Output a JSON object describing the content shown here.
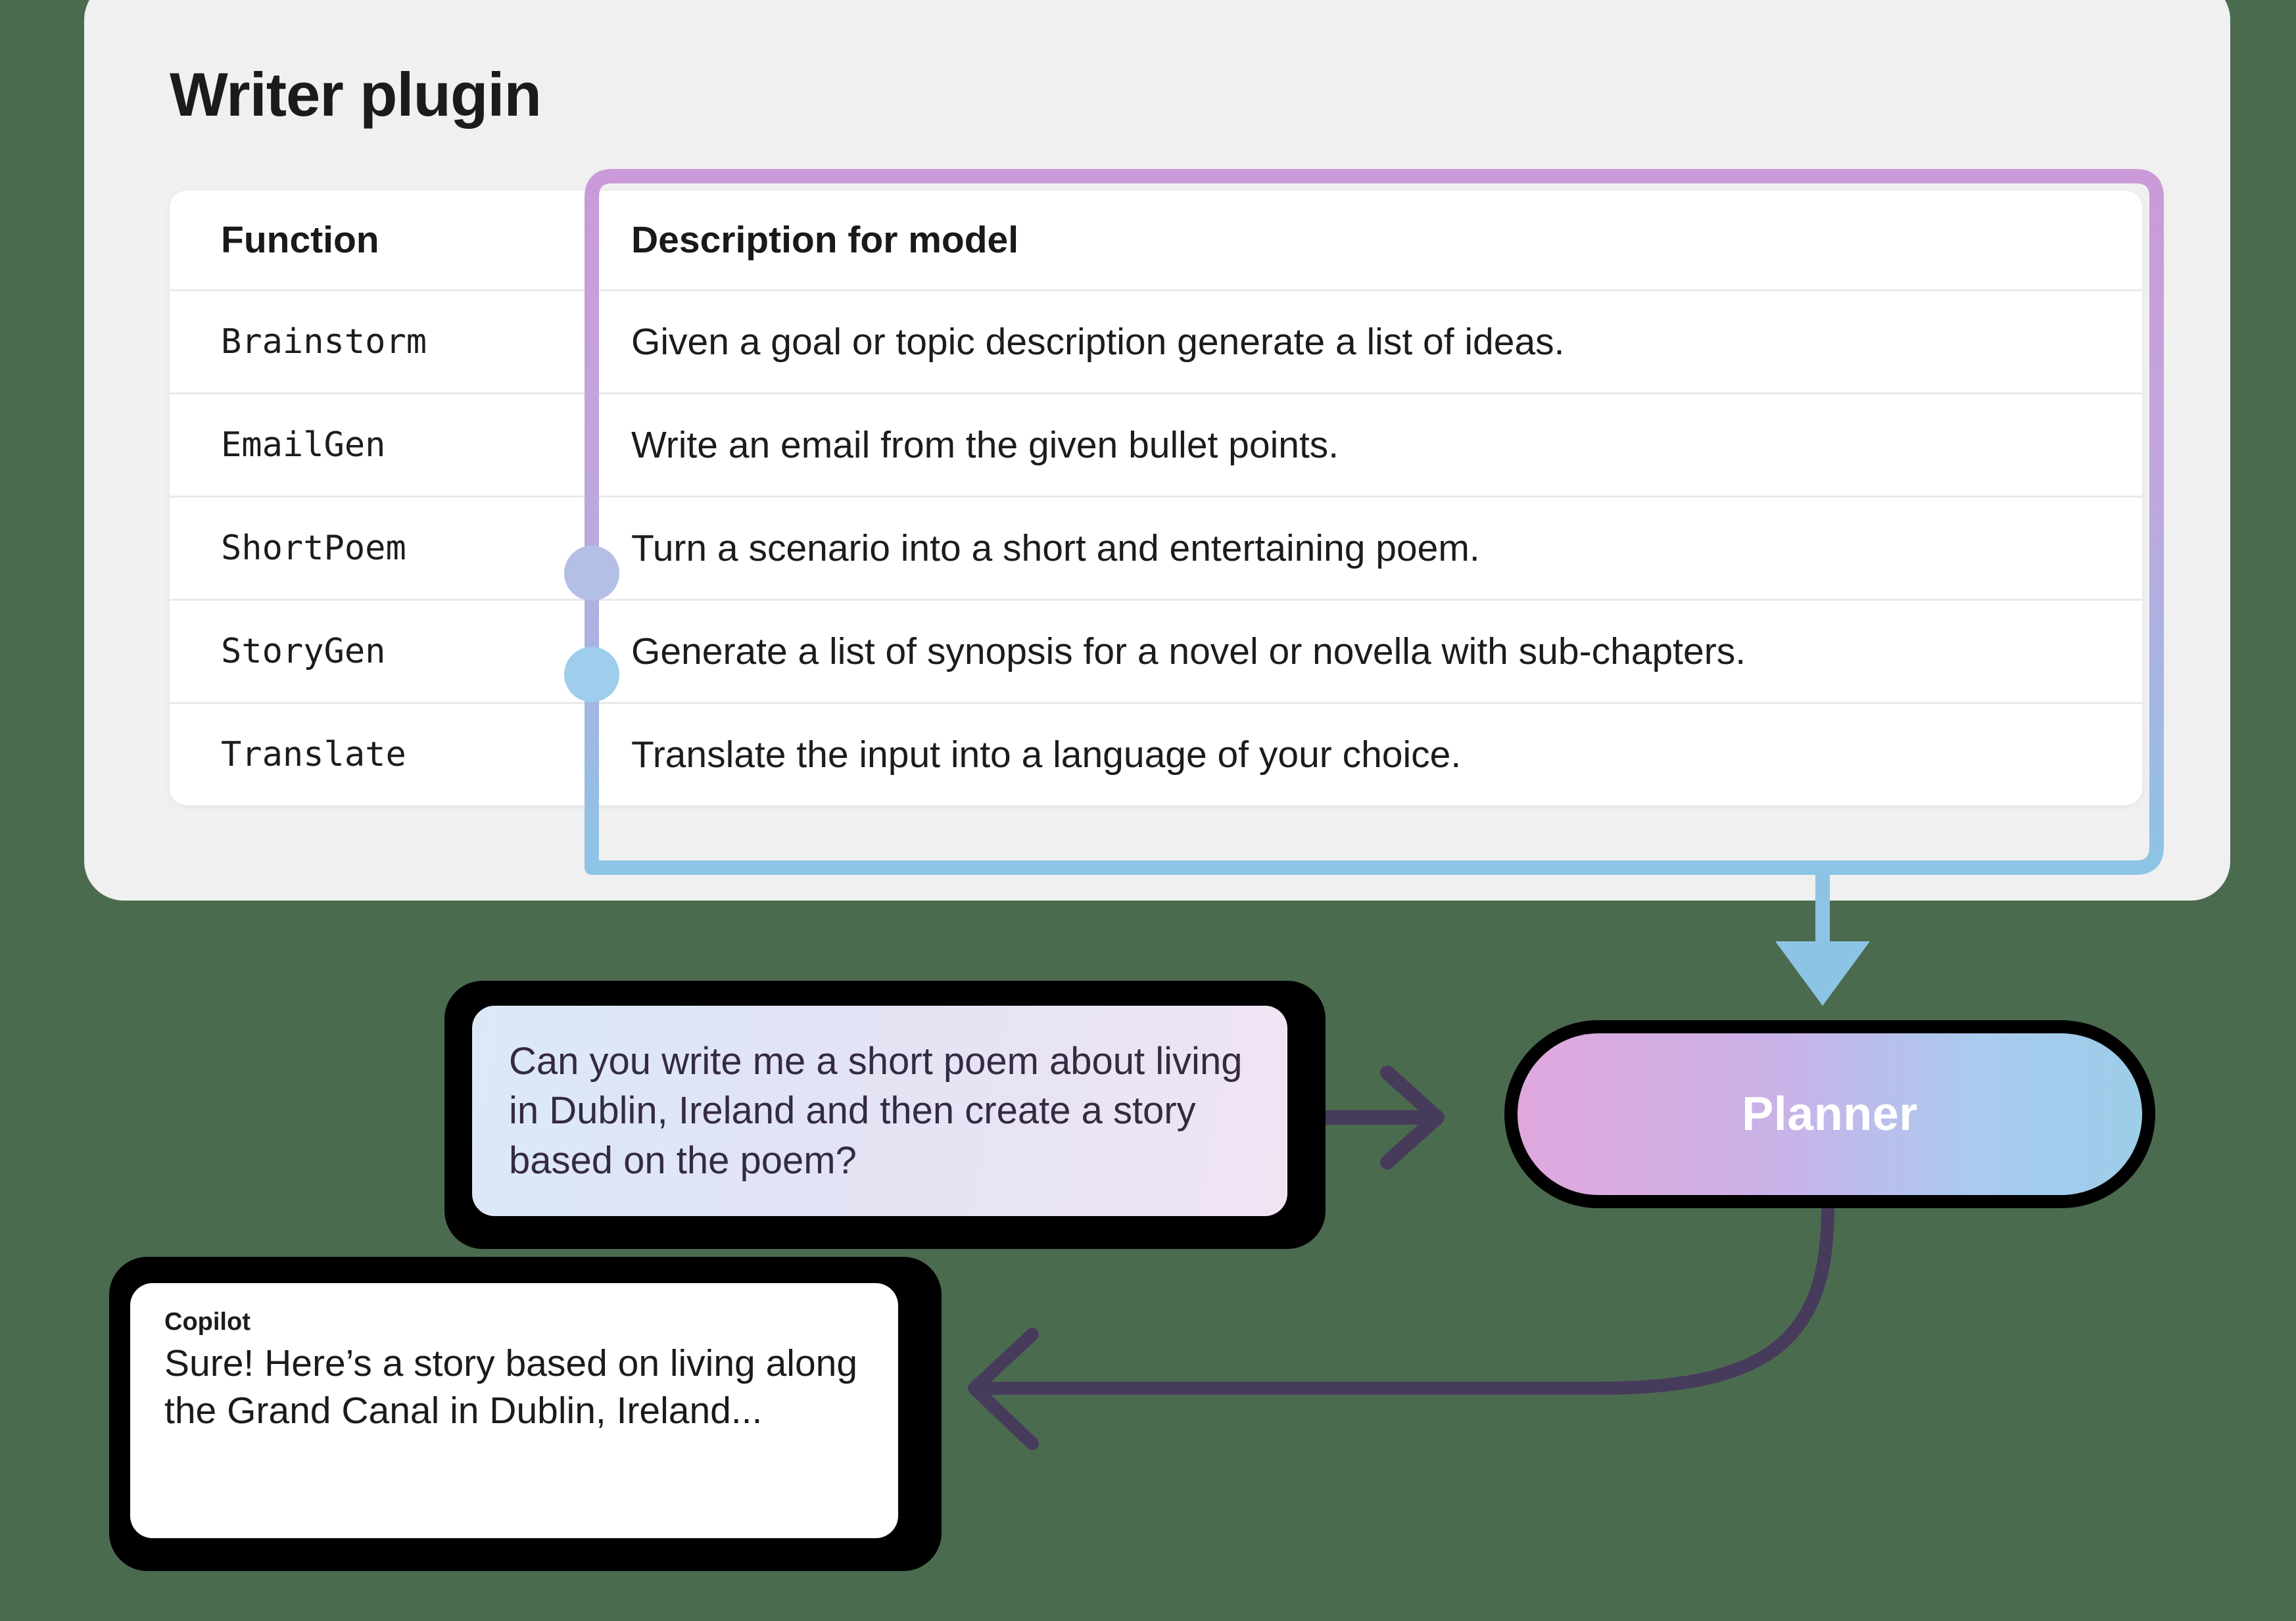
{
  "page": {
    "background_color": "#4b6b4f",
    "card_background": "#f0f0f0"
  },
  "plugin_card": {
    "title": "Writer plugin",
    "table": {
      "columns": [
        "Function",
        "Description for model"
      ],
      "rows": [
        {
          "function": "Brainstorm",
          "description": "Given a goal or topic description generate a list of ideas.",
          "marker": null
        },
        {
          "function": "EmailGen",
          "description": "Write an email from the given bullet points.",
          "marker": null
        },
        {
          "function": "ShortPoem",
          "description": "Turn a scenario into a short and entertaining poem.",
          "marker": "#b3bfe5"
        },
        {
          "function": "StoryGen",
          "description": "Generate a list of synopsis for a novel or novella with sub-chapters.",
          "marker": "#9fcdec"
        },
        {
          "function": "Translate",
          "description": "Translate the input into a language of your choice.",
          "marker": null
        }
      ]
    }
  },
  "flow": {
    "prompt": {
      "text": "Can you write me a short poem about living in Dublin, Ireland and then create a story based on the poem?",
      "gradient_from": "#dbe9f7",
      "gradient_to": "#f0e4f3",
      "text_color": "#342a42"
    },
    "planner": {
      "label": "Planner",
      "gradient_from": "#e0a8dd",
      "gradient_to": "#9ccde9",
      "label_color": "#ffffff"
    },
    "response": {
      "author": "Copilot",
      "text": "Sure! Here’s a story based on living along the Grand Canal in Dublin, Ireland..."
    },
    "arrows": {
      "prompt_to_planner_color": "#473b5c",
      "planner_to_response_color": "#473b5c",
      "connector_to_planner_color": "#8dc4e5"
    },
    "connector": {
      "gradient_start_color": "#cb9ad8",
      "gradient_end_color": "#8dc4e5"
    }
  }
}
